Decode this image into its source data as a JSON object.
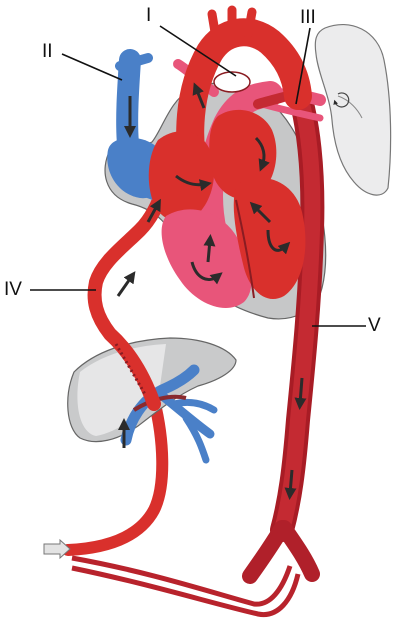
{
  "labels": {
    "I": "I",
    "II": "II",
    "III": "III",
    "IV": "IV",
    "V": "V"
  },
  "colors": {
    "oxygenated": "#d9302c",
    "oxygenated_dark": "#a81c25",
    "mixed": "#e8557a",
    "deoxygenated": "#4a80c8",
    "organ_gray": "#c9cacb",
    "organ_light": "#eeeeef",
    "outline": "#6b6b6b"
  }
}
